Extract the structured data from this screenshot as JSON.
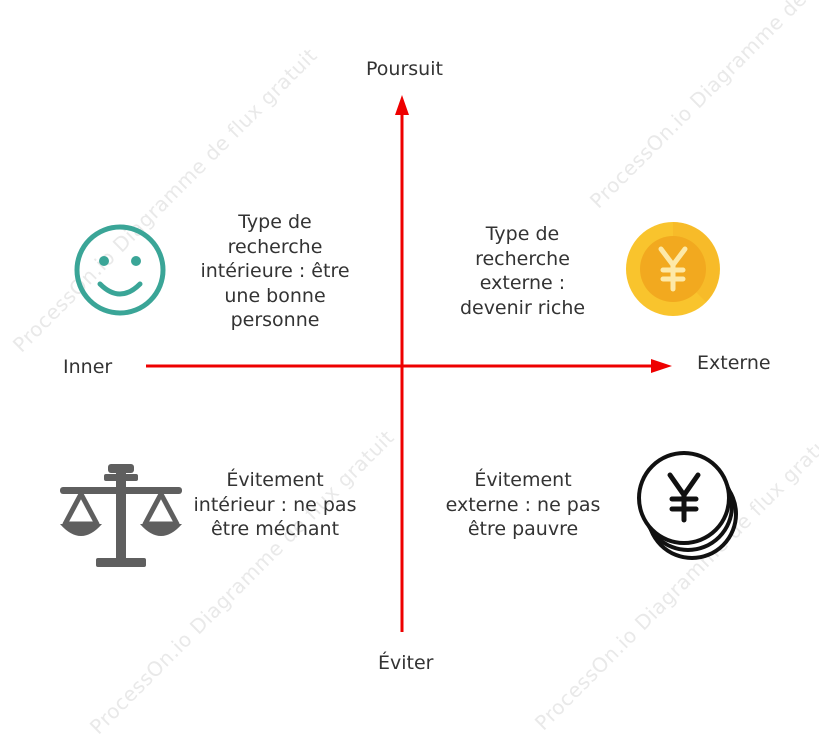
{
  "watermark": "ProcessOn.io Diagramme de flux gratuit",
  "axes": {
    "top": "Poursuit",
    "bottom": "Éviter",
    "left": "Inner",
    "right": "Externe"
  },
  "quadrants": {
    "top_left": "Type de\nrecherche\nintérieure : être\nune bonne\npersonne",
    "top_right": "Type de\nrecherche\nexterne :\ndevenir riche",
    "bottom_left": "Évitement\nintérieur : ne pas\nêtre méchant",
    "bottom_right": "Évitement\nexterne : ne pas\nêtre pauvre"
  },
  "icons": {
    "top_left": "smiley-icon",
    "top_right": "yen-coin-icon",
    "bottom_left": "balance-scale-icon",
    "bottom_right": "yen-coin-stack-icon"
  },
  "colors": {
    "axis": "#ee0000",
    "smiley": "#3aa597",
    "coin_outer": "#f9c42d",
    "coin_inner": "#f2a91f",
    "scale": "#5f5f5f",
    "coin_stack": "#111111"
  }
}
